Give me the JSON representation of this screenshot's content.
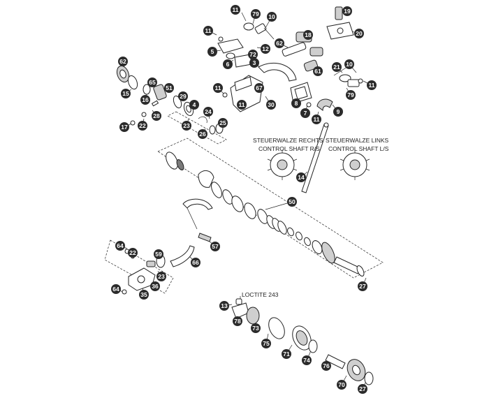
{
  "callouts": [
    {
      "id": "c1",
      "text": "11"
    },
    {
      "id": "c2",
      "text": "79"
    },
    {
      "id": "c3",
      "text": "10"
    },
    {
      "id": "c4",
      "text": "19"
    },
    {
      "id": "c5",
      "text": "11"
    },
    {
      "id": "c6",
      "text": "20"
    },
    {
      "id": "c7",
      "text": "18"
    },
    {
      "id": "c8",
      "text": "5"
    },
    {
      "id": "c9",
      "text": "62"
    },
    {
      "id": "c10",
      "text": "12"
    },
    {
      "id": "c11",
      "text": "72"
    },
    {
      "id": "c12",
      "text": "6"
    },
    {
      "id": "c13",
      "text": "3"
    },
    {
      "id": "c14",
      "text": "61"
    },
    {
      "id": "c15",
      "text": "21"
    },
    {
      "id": "c16",
      "text": "10"
    },
    {
      "id": "c17",
      "text": "62"
    },
    {
      "id": "c18",
      "text": "65"
    },
    {
      "id": "c19",
      "text": "51"
    },
    {
      "id": "c20",
      "text": "15"
    },
    {
      "id": "c21",
      "text": "16"
    },
    {
      "id": "c22",
      "text": "29"
    },
    {
      "id": "c23",
      "text": "11"
    },
    {
      "id": "c24",
      "text": "67"
    },
    {
      "id": "c25",
      "text": "79"
    },
    {
      "id": "c26",
      "text": "11"
    },
    {
      "id": "c27",
      "text": "11"
    },
    {
      "id": "c28",
      "text": "4"
    },
    {
      "id": "c29",
      "text": "28"
    },
    {
      "id": "c30",
      "text": "30"
    },
    {
      "id": "c31",
      "text": "8"
    },
    {
      "id": "c32",
      "text": "24"
    },
    {
      "id": "c33",
      "text": "9"
    },
    {
      "id": "c34",
      "text": "7"
    },
    {
      "id": "c35",
      "text": "11"
    },
    {
      "id": "c36",
      "text": "17"
    },
    {
      "id": "c37",
      "text": "22"
    },
    {
      "id": "c38",
      "text": "23"
    },
    {
      "id": "c39",
      "text": "25"
    },
    {
      "id": "c40",
      "text": "26"
    },
    {
      "id": "c41",
      "text": "14"
    },
    {
      "id": "c42",
      "text": "50"
    },
    {
      "id": "c43",
      "text": "64"
    },
    {
      "id": "c44",
      "text": "22"
    },
    {
      "id": "c45",
      "text": "59"
    },
    {
      "id": "c46",
      "text": "57"
    },
    {
      "id": "c47",
      "text": "66"
    },
    {
      "id": "c48",
      "text": "23"
    },
    {
      "id": "c49",
      "text": "64"
    },
    {
      "id": "c50",
      "text": "35"
    },
    {
      "id": "c51",
      "text": "36"
    },
    {
      "id": "c52",
      "text": "27"
    },
    {
      "id": "c53",
      "text": "13"
    },
    {
      "id": "c54",
      "text": "78"
    },
    {
      "id": "c55",
      "text": "73"
    },
    {
      "id": "c56",
      "text": "75"
    },
    {
      "id": "c57",
      "text": "71"
    },
    {
      "id": "c58",
      "text": "74"
    },
    {
      "id": "c59",
      "text": "76"
    },
    {
      "id": "c60",
      "text": "70"
    },
    {
      "id": "c61",
      "text": "27"
    }
  ],
  "labels": {
    "rs_de": "STEUERWALZE RECHTS",
    "rs_en": "CONTROL SHAFT R/S",
    "ls_de": "STEUERWALZE LINKS",
    "ls_en": "CONTROL SHAFT L/S",
    "loctite": "LOCTITE 243"
  },
  "colors": {
    "callout_fill": "#2b2b2b",
    "callout_text": "#ffffff",
    "line": "#222222"
  }
}
